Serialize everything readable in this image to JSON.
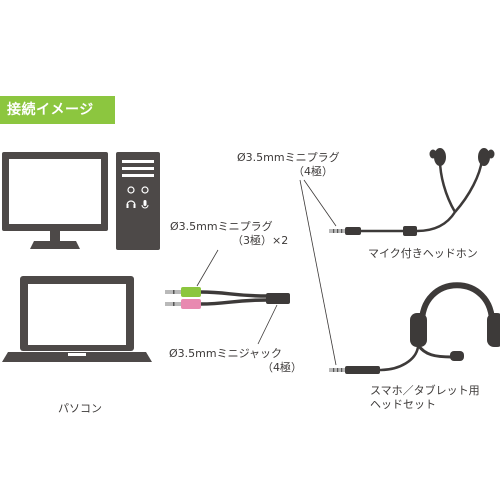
{
  "banner": {
    "title": "接続イメージ"
  },
  "labels": {
    "pc": "パソコン",
    "cable_plug_line1": "Ø3.5mmミニプラグ",
    "cable_plug_line2": "（3極）×2",
    "cable_jack_line1": "Ø3.5mmミニジャック",
    "cable_jack_line2": "（4極）",
    "device_plug_line1": "Ø3.5mmミニプラグ",
    "device_plug_line2": "（4極）",
    "earphones": "マイク付きヘッドホン",
    "headset_line1": "スマホ／タブレット用",
    "headset_line2": "ヘッドセット"
  },
  "colors": {
    "banner": "#8cc63f",
    "device": "#4d4948",
    "plug_green": "#8cc63f",
    "plug_pink": "#e889b0",
    "plug_metal": "#b9b9b9"
  }
}
